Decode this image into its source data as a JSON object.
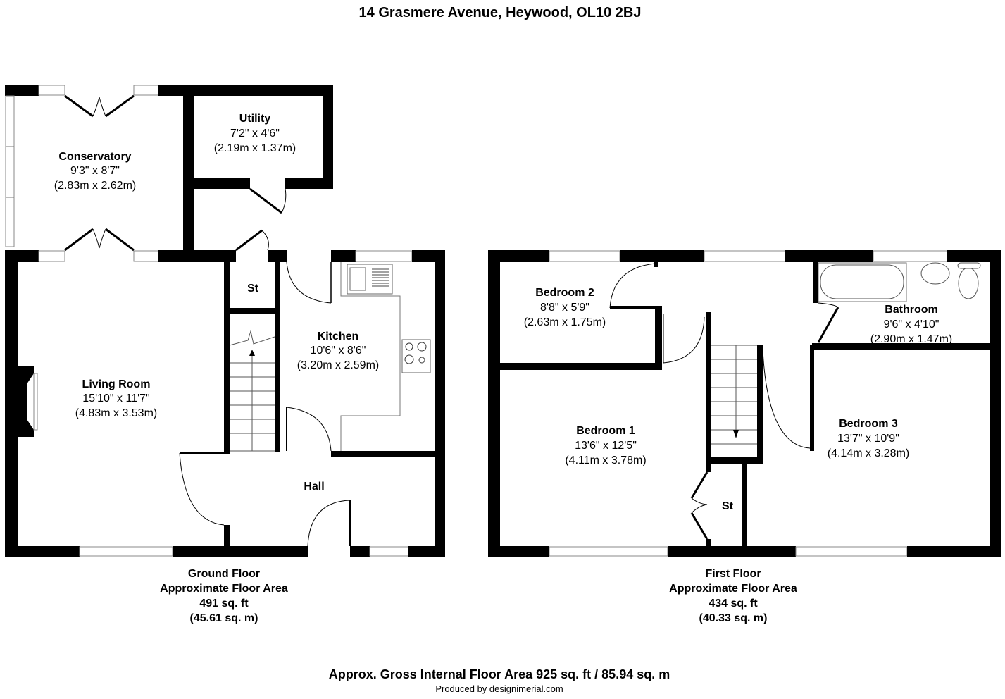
{
  "title": "14 Grasmere Avenue, Heywood, OL10 2BJ",
  "ground_floor": {
    "rooms": [
      {
        "name": "Conservatory",
        "imperial": "9'3\" x 8'7\"",
        "metric": "(2.83m x 2.62m)"
      },
      {
        "name": "Utility",
        "imperial": "7'2\" x 4'6\"",
        "metric": "(2.19m x 1.37m)"
      },
      {
        "name": "Living Room",
        "imperial": "15'10\" x 11'7\"",
        "metric": "(4.83m x 3.53m)"
      },
      {
        "name": "Kitchen",
        "imperial": "10'6\" x 8'6\"",
        "metric": "(3.20m x 2.59m)"
      },
      {
        "name": "St"
      },
      {
        "name": "Hall"
      }
    ],
    "caption": {
      "line1": "Ground Floor",
      "line2": "Approximate Floor Area",
      "line3": "491 sq. ft",
      "line4": "(45.61 sq. m)"
    }
  },
  "first_floor": {
    "rooms": [
      {
        "name": "Bedroom 2",
        "imperial": "8'8\" x 5'9\"",
        "metric": "(2.63m x 1.75m)"
      },
      {
        "name": "Bathroom",
        "imperial": "9'6\" x 4'10\"",
        "metric": "(2.90m x 1.47m)"
      },
      {
        "name": "Bedroom 1",
        "imperial": "13'6\" x 12'5\"",
        "metric": "(4.11m x 3.78m)"
      },
      {
        "name": "Bedroom 3",
        "imperial": "13'7\" x 10'9\"",
        "metric": "(4.14m x 3.28m)"
      },
      {
        "name": "St"
      }
    ],
    "caption": {
      "line1": "First Floor",
      "line2": "Approximate Floor Area",
      "line3": "434 sq. ft",
      "line4": "(40.33 sq. m)"
    }
  },
  "footer": {
    "total": "Approx. Gross Internal Floor Area 925 sq. ft / 85.94 sq. m",
    "credit": "Produced by designimerial.com"
  }
}
